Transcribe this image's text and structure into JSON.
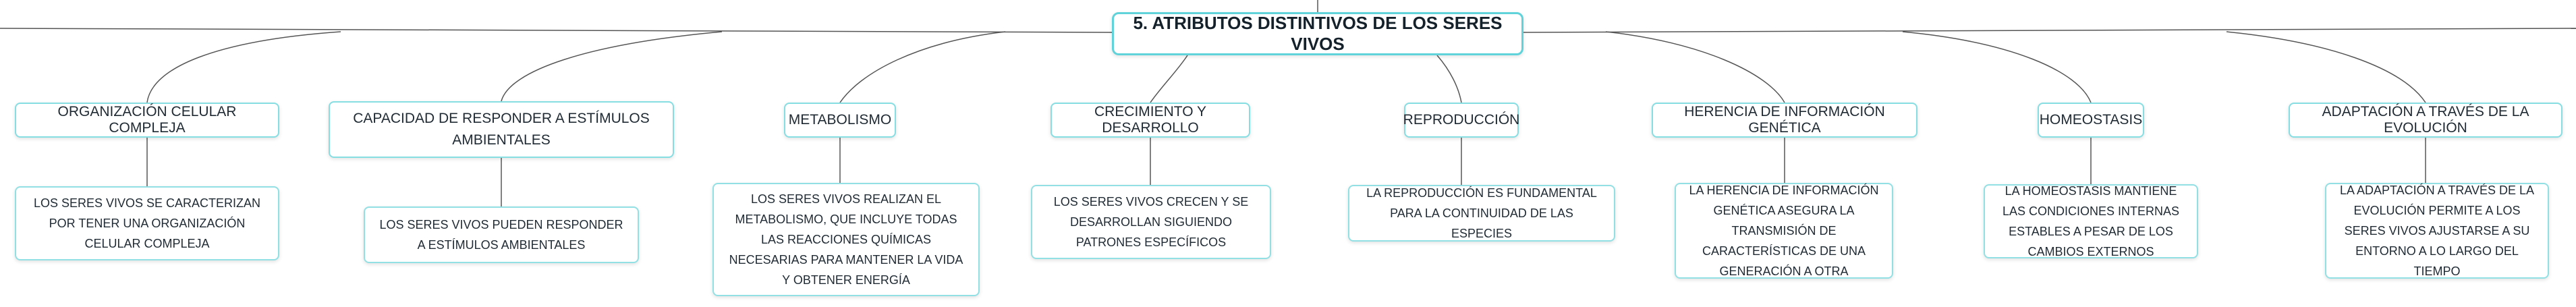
{
  "diagram": {
    "root": {
      "title": "5. ATRIBUTOS DISTINTIVOS DE LOS SERES VIVOS"
    },
    "branches": [
      {
        "topic": "ORGANIZACIÓN CELULAR COMPLEJA",
        "detail": "LOS SERES VIVOS SE CARACTERIZAN POR TENER UNA ORGANIZACIÓN CELULAR COMPLEJA"
      },
      {
        "topic": "CAPACIDAD DE RESPONDER A ESTÍMULOS AMBIENTALES",
        "detail": "LOS SERES VIVOS PUEDEN RESPONDER A ESTÍMULOS AMBIENTALES"
      },
      {
        "topic": "METABOLISMO",
        "detail": "LOS SERES VIVOS REALIZAN EL METABOLISMO, QUE INCLUYE TODAS LAS REACCIONES QUÍMICAS NECESARIAS PARA MANTENER LA VIDA Y OBTENER ENERGÍA"
      },
      {
        "topic": "CRECIMIENTO Y DESARROLLO",
        "detail": "LOS SERES VIVOS CRECEN Y SE DESARROLLAN SIGUIENDO PATRONES ESPECÍFICOS"
      },
      {
        "topic": "REPRODUCCIÓN",
        "detail": "LA REPRODUCCIÓN ES FUNDAMENTAL PARA LA CONTINUIDAD DE LAS ESPECIES"
      },
      {
        "topic": "HERENCIA DE INFORMACIÓN GENÉTICA",
        "detail": "LA HERENCIA DE INFORMACIÓN GENÉTICA ASEGURA LA TRANSMISIÓN DE CARACTERÍSTICAS DE UNA GENERACIÓN A OTRA"
      },
      {
        "topic": "HOMEOSTASIS",
        "detail": "LA HOMEOSTASIS MANTIENE LAS CONDICIONES INTERNAS ESTABLES A PESAR DE LOS CAMBIOS EXTERNOS"
      },
      {
        "topic": "ADAPTACIÓN A TRAVÉS DE LA EVOLUCIÓN",
        "detail": "LA ADAPTACIÓN A TRAVÉS DE LA EVOLUCIÓN PERMITE A LOS SERES VIVOS AJUSTARSE A SU ENTORNO A LO LARGO DEL TIEMPO"
      }
    ]
  }
}
